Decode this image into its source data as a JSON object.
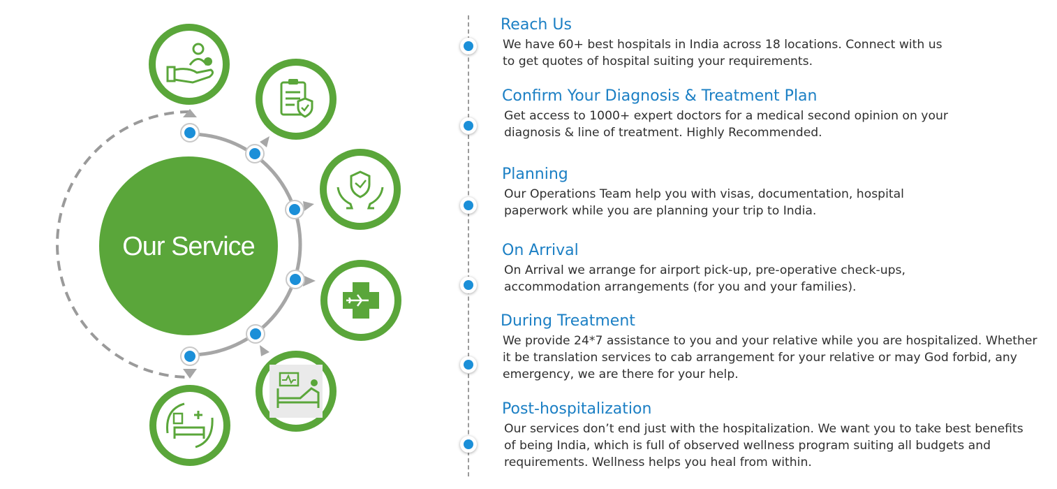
{
  "center_title": "Our Service",
  "colors": {
    "green": "#5aa63a",
    "blue": "#1b8fd8",
    "heading": "#1b7fc4",
    "text": "#2f2f2f"
  },
  "service_icons": [
    "patient-care-icon",
    "clipboard-shield-icon",
    "hands-shield-icon",
    "medical-flight-icon",
    "hospital-bed-monitor-icon",
    "hospital-stay-icon"
  ],
  "steps": [
    {
      "title": "Reach Us",
      "description": "We have 60+ best hospitals in India across 18 locations. Connect with us to get quotes of hospital suiting your requirements."
    },
    {
      "title": "Confirm Your Diagnosis & Treatment Plan",
      "description": "Get access to 1000+ expert doctors for a medical second opinion on your diagnosis & line of treatment. Highly Recommended."
    },
    {
      "title": "Planning",
      "description": "Our Operations Team help you with visas, documentation, hospital paperwork while you are planning your trip to India."
    },
    {
      "title": "On Arrival",
      "description": "On Arrival we arrange for airport pick-up, pre-operative check-ups, accommodation arrangements (for you and your families)."
    },
    {
      "title": "During Treatment",
      "description": "We provide 24*7 assistance to you and your relative while you are hospitalized. Whether it be translation services to cab arrangement for your relative or may God forbid, any emergency, we are there for your help."
    },
    {
      "title": "Post-hospitalization",
      "description": "Our services don’t end just with the hospitalization. We want you to take best benefits of being India, which is full of observed wellness program suiting all budgets and requirements. Wellness helps you heal from within."
    }
  ]
}
